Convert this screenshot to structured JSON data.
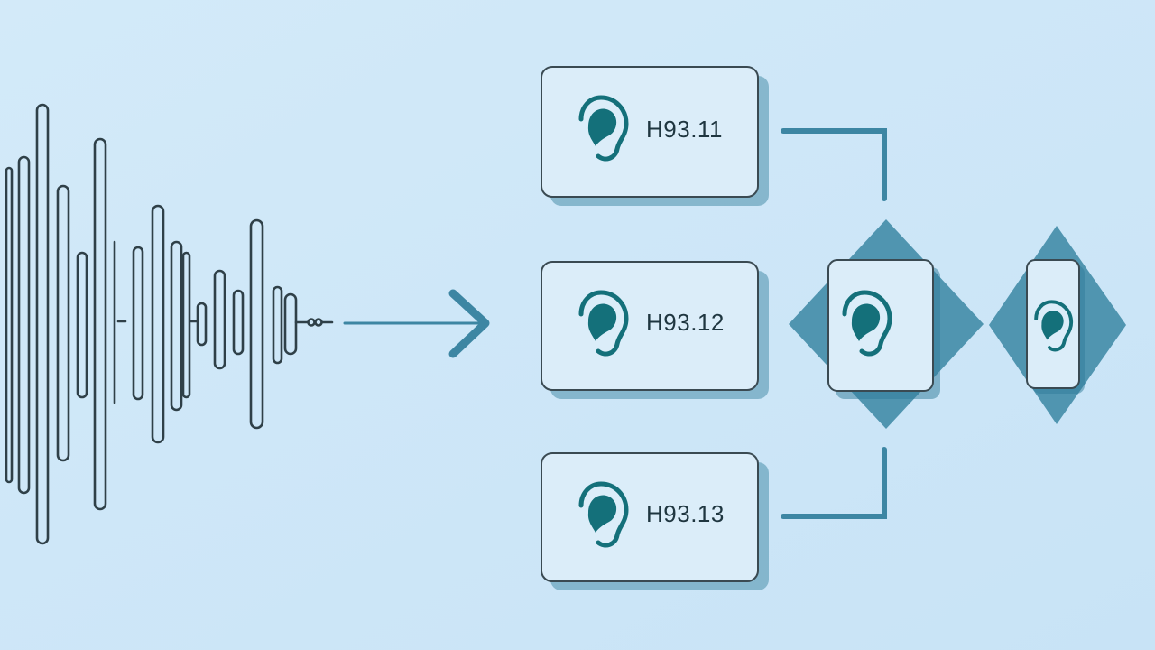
{
  "colors": {
    "background": "#cfe7f8",
    "line": "#2f4048",
    "accent": "#3d86a3",
    "diamond": "#5095b0",
    "box_fill": "#dbedf9",
    "box_border": "#3a4a52",
    "ear": "#14707a"
  },
  "icons": {
    "ear": "ear-icon",
    "arrow": "arrow-right-icon"
  },
  "codes": [
    {
      "label": "H93.11"
    },
    {
      "label": "H93.12"
    },
    {
      "label": "H93.13"
    }
  ]
}
